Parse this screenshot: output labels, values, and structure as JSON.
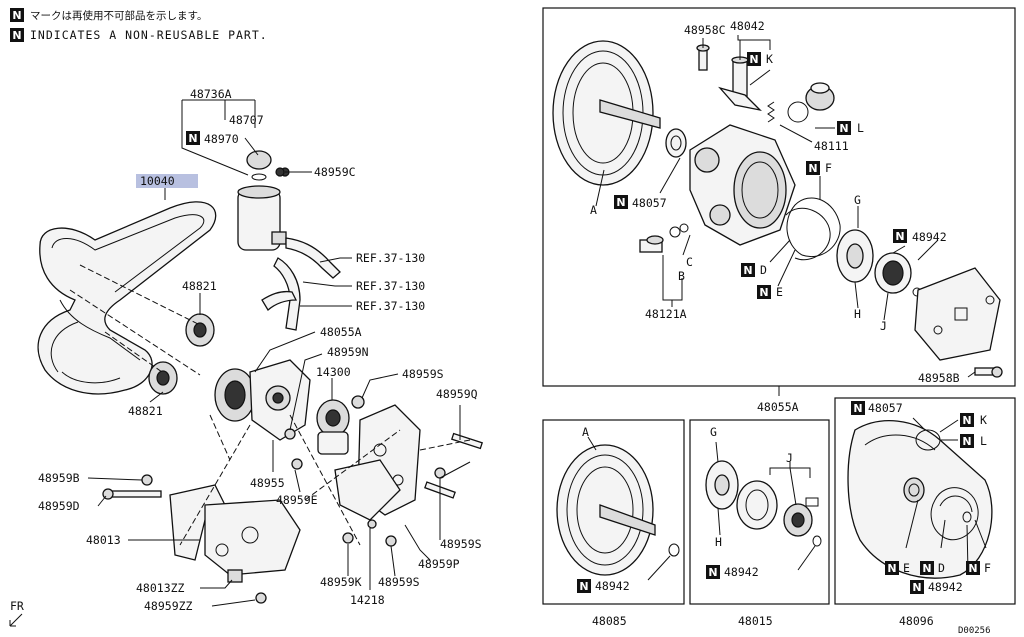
{
  "notes": {
    "jp": "マークは再使用不可部品を示します。",
    "en": "INDICATES A NON-REUSABLE PART."
  },
  "n_badge": "N",
  "diagram_id": "D00256",
  "direction": "FR",
  "labels": {
    "p48736A": "48736A",
    "p48707": "48707",
    "p48970": "48970",
    "p48959C": "48959C",
    "p10040": "10040",
    "ref1": "REF.37-130",
    "ref2": "REF.37-130",
    "ref3": "REF.37-130",
    "p48821a": "48821",
    "p48821b": "48821",
    "p48055A_left": "48055A",
    "p48959N": "48959N",
    "p14300": "14300",
    "p48959S_a": "48959S",
    "p48959Q": "48959Q",
    "p48955": "48955",
    "p48959E": "48959E",
    "p48959B": "48959B",
    "p48959D": "48959D",
    "p48013": "48013",
    "p48013ZZ": "48013ZZ",
    "p48959ZZ": "48959ZZ",
    "p48959K": "48959K",
    "p48959S_b": "48959S",
    "p48959P": "48959P",
    "p48959S_c": "48959S",
    "p14218": "14218",
    "p48958C": "48958C",
    "p48042": "48042",
    "K1": "K",
    "L1": "L",
    "p48111": "48111",
    "F1": "F",
    "G1": "G",
    "p48942_a": "48942",
    "A1": "A",
    "p48057_a": "48057",
    "C1": "C",
    "B1": "B",
    "D1": "D",
    "E1": "E",
    "H1": "H",
    "J1": "J",
    "p48121A": "48121A",
    "p48958B": "48958B",
    "p48055A_box": "48055A",
    "A2": "A",
    "p48942_b": "48942",
    "p48085": "48085",
    "G2": "G",
    "J2": "J",
    "H2": "H",
    "p48942_c": "48942",
    "p48015": "48015",
    "p48057_b": "48057",
    "K2": "K",
    "L2": "L",
    "E2": "E",
    "D2": "D",
    "F2": "F",
    "p48942_d": "48942",
    "p48096": "48096"
  }
}
